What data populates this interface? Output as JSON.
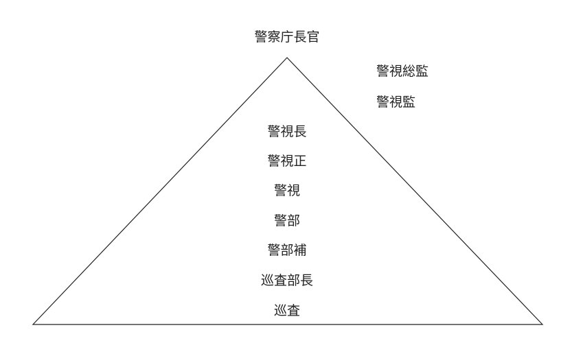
{
  "colors": {
    "line": "#222222",
    "text": "#222222",
    "background": "#ffffff"
  },
  "top_rank": "警察庁長官",
  "side_ranks": [
    "警視総監",
    "警視監"
  ],
  "pyramid_ranks": [
    "警視長",
    "警視正",
    "警視",
    "警部",
    "警部補",
    "巡査部長",
    "巡査"
  ]
}
